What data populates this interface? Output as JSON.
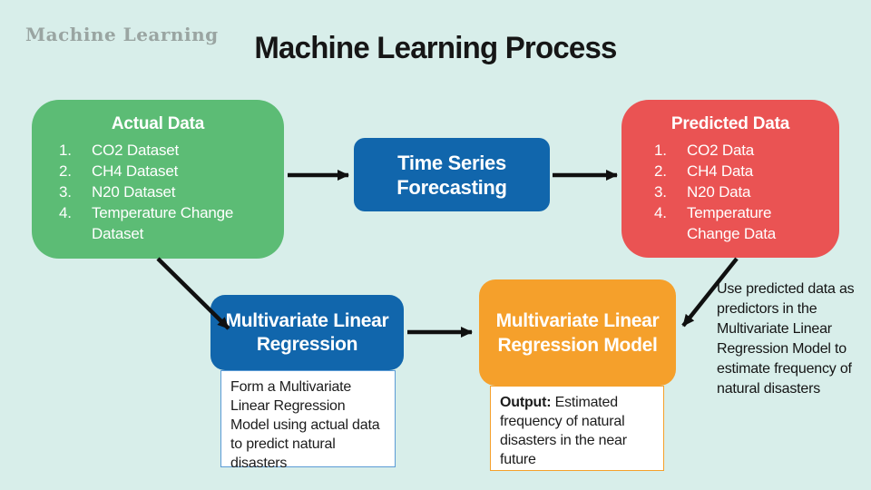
{
  "slide": {
    "watermark": "Machine Learning",
    "title": "Machine Learning Process"
  },
  "colors": {
    "background": "#d8eeea",
    "green": "#5cbc75",
    "blue": "#1166ac",
    "red": "#ea5353",
    "orange": "#f5a02b",
    "arrow": "#101010",
    "note_border_blue": "#5b9bd5",
    "note_border_orange": "#f5a02b"
  },
  "actual_data": {
    "title": "Actual Data",
    "items": [
      "CO2 Dataset",
      "CH4 Dataset",
      "N20 Dataset",
      "Temperature Change Dataset"
    ]
  },
  "time_series_forecasting": {
    "label": "Time Series Forecasting"
  },
  "predicted_data": {
    "title": "Predicted Data",
    "items": [
      "CO2 Data",
      "CH4 Data",
      "N20 Data",
      "Temperature Change Data"
    ]
  },
  "multivariate_linear_regression": {
    "label": "Multivariate Linear Regression",
    "note": "Form a Multivariate Linear Regression Model using actual data to predict natural disasters"
  },
  "multivariate_linear_regression_model": {
    "label": "Multivariate Linear Regression Model",
    "output_label": "Output:",
    "output_text": " Estimated frequency of natural disasters in the near future"
  },
  "annotation": "Use predicted data as predictors in the Multivariate Linear Regression Model to estimate frequency of natural disasters"
}
